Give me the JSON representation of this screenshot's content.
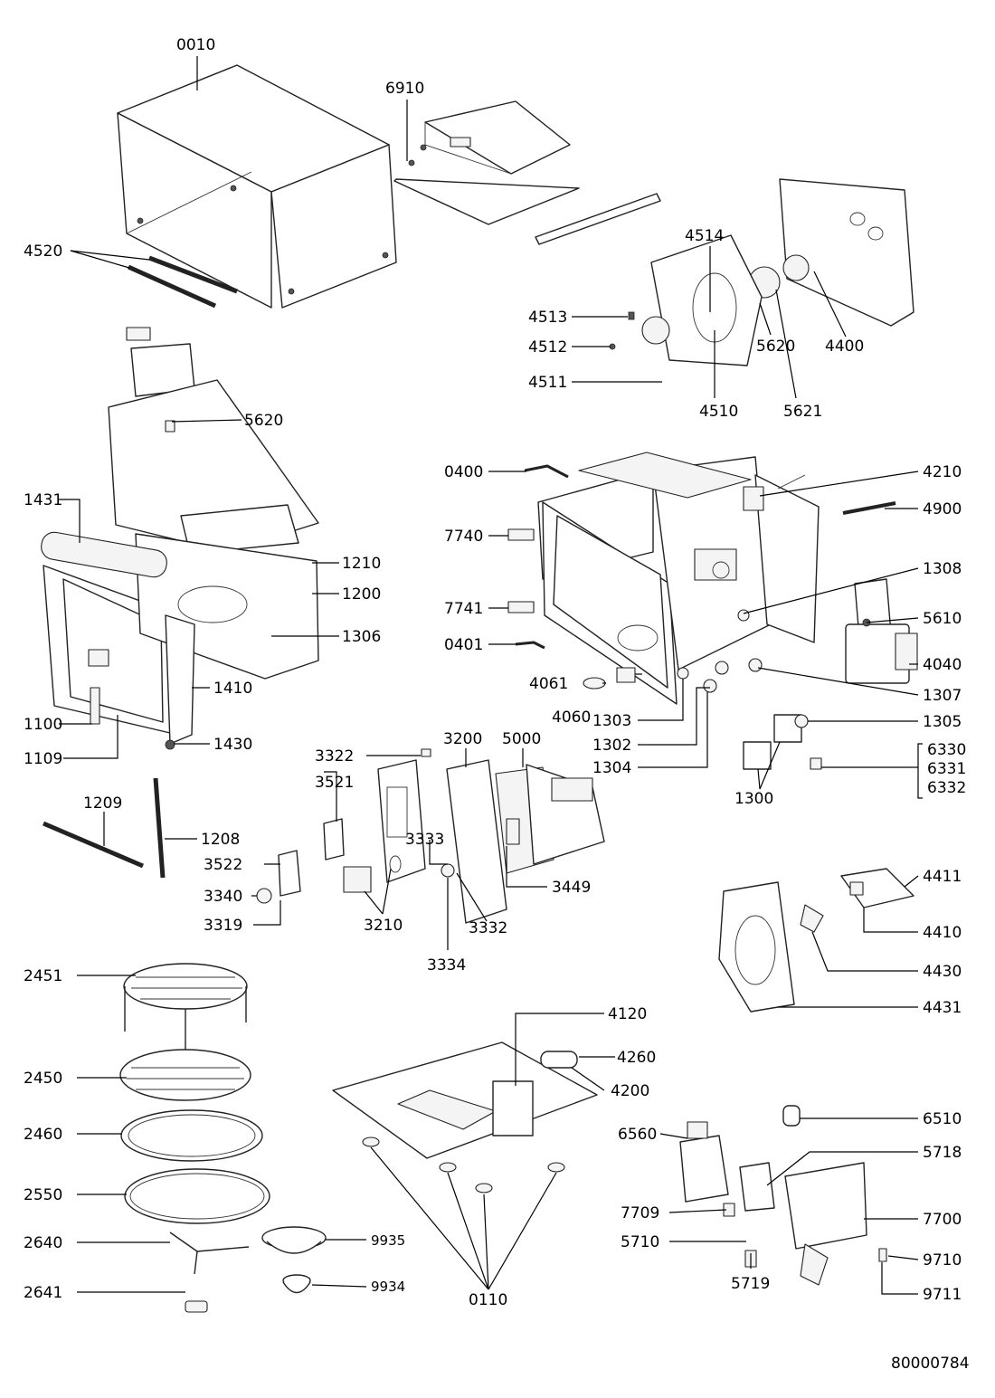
{
  "document": {
    "reference_number": "80000784"
  },
  "callouts": {
    "c0010": "0010",
    "c6910": "6910",
    "c4520": "4520",
    "c4514": "4514",
    "c4513": "4513",
    "c4512": "4512",
    "c4511": "4511",
    "c4510": "4510",
    "c5620a": "5620",
    "c5621": "5621",
    "c4400": "4400",
    "c5620b": "5620",
    "c0400": "0400",
    "c4210": "4210",
    "c4900": "4900",
    "c7740": "7740",
    "c1308": "1308",
    "c7741": "7741",
    "c5610": "5610",
    "c0401": "0401",
    "c4040": "4040",
    "c4061": "4061",
    "c1307": "1307",
    "c4060": "4060",
    "c1303": "1303",
    "c1305": "1305",
    "c1302": "1302",
    "c1304": "1304",
    "c6330": "6330",
    "c6331": "6331",
    "c6332": "6332",
    "c1300": "1300",
    "c1431": "1431",
    "c1210": "1210",
    "c1200": "1200",
    "c1306": "1306",
    "c1410": "1410",
    "c1100": "1100",
    "c1430": "1430",
    "c1109": "1109",
    "c3322": "3322",
    "c3200": "3200",
    "c5000": "5000",
    "c3521": "3521",
    "c1209": "1209",
    "c1208": "1208",
    "c3333": "3333",
    "c3522": "3522",
    "c3449": "3449",
    "c3340": "3340",
    "c3319": "3319",
    "c3210": "3210",
    "c3332": "3332",
    "c3334": "3334",
    "c4411": "4411",
    "c4410": "4410",
    "c4430": "4430",
    "c4431": "4431",
    "c2451": "2451",
    "c4120": "4120",
    "c4260": "4260",
    "c2450": "2450",
    "c4200": "4200",
    "c2460": "2460",
    "c6510": "6510",
    "c6560": "6560",
    "c5718": "5718",
    "c2550": "2550",
    "c7709": "7709",
    "c7700": "7700",
    "c2640": "2640",
    "c9935": "9935",
    "c5710": "5710",
    "c9710": "9710",
    "c5719": "5719",
    "c2641": "2641",
    "c9934": "9934",
    "c9711": "9711",
    "c0110": "0110"
  }
}
